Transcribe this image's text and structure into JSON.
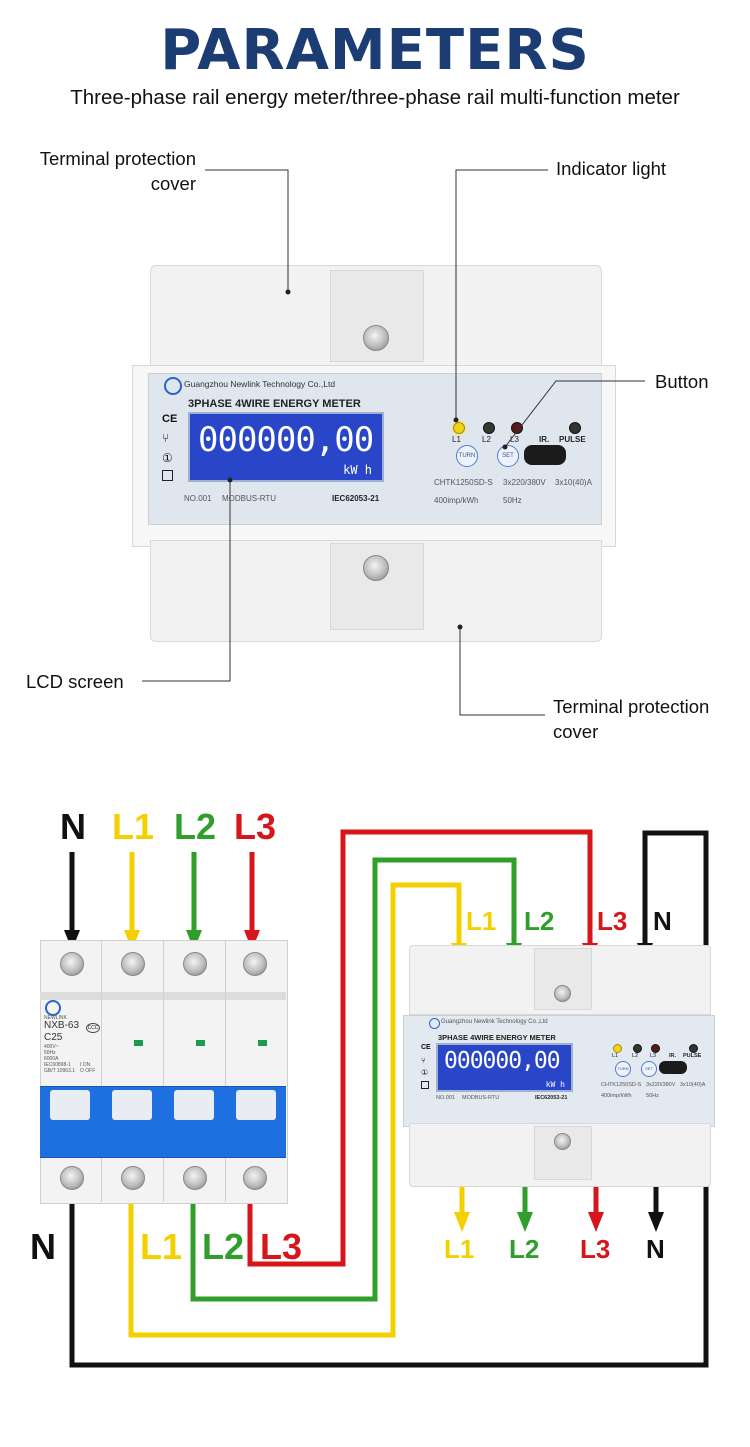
{
  "header": {
    "title": "PARAMETERS",
    "subtitle": "Three-phase rail energy meter/three-phase rail multi-function meter"
  },
  "callouts": {
    "top_cover": "Terminal protection cover",
    "indicator": "Indicator light",
    "button": "Button",
    "lcd": "LCD screen",
    "bottom_cover": "Terminal protection cover"
  },
  "meter": {
    "brand": "Guangzhou Newlink Technology Co.,Ltd",
    "model_title": "3PHASE 4WIRE ENERGY METER",
    "display_value": "000000,00",
    "display_unit": "kW h",
    "serial": "NO.001",
    "protocol": "MODBUS-RTU",
    "standard": "IEC62053-21",
    "led_labels": [
      "L1",
      "L2",
      "L3",
      "IR.",
      "PULSE"
    ],
    "btn_turn": "TURN",
    "btn_set": "SET",
    "model_no": "CHTK1250SD-S",
    "voltage": "3x220/380V",
    "current": "3x10(40)A",
    "pulse_const": "400imp/kWh",
    "freq": "50Hz"
  },
  "breaker": {
    "brand": "NEWLINK",
    "model": "NXB-63",
    "rating": "C25",
    "spec_lines": [
      "400V~",
      "50Hz",
      "6000A",
      "IEC60898-1",
      "GB/T 10963.1"
    ],
    "on_off": [
      "I ON",
      "O OFF"
    ]
  },
  "wiring": {
    "breaker_in": [
      "N",
      "L1",
      "L2",
      "L3"
    ],
    "breaker_out": [
      "N",
      "L1",
      "L2",
      "L3"
    ],
    "meter_in": [
      "L1",
      "L2",
      "L3",
      "N"
    ],
    "meter_out": [
      "L1",
      "L2",
      "L3",
      "N"
    ],
    "colors": {
      "N": "#111111",
      "L1": "#f4d000",
      "L2": "#2f9e2a",
      "L3": "#d6161b"
    }
  }
}
